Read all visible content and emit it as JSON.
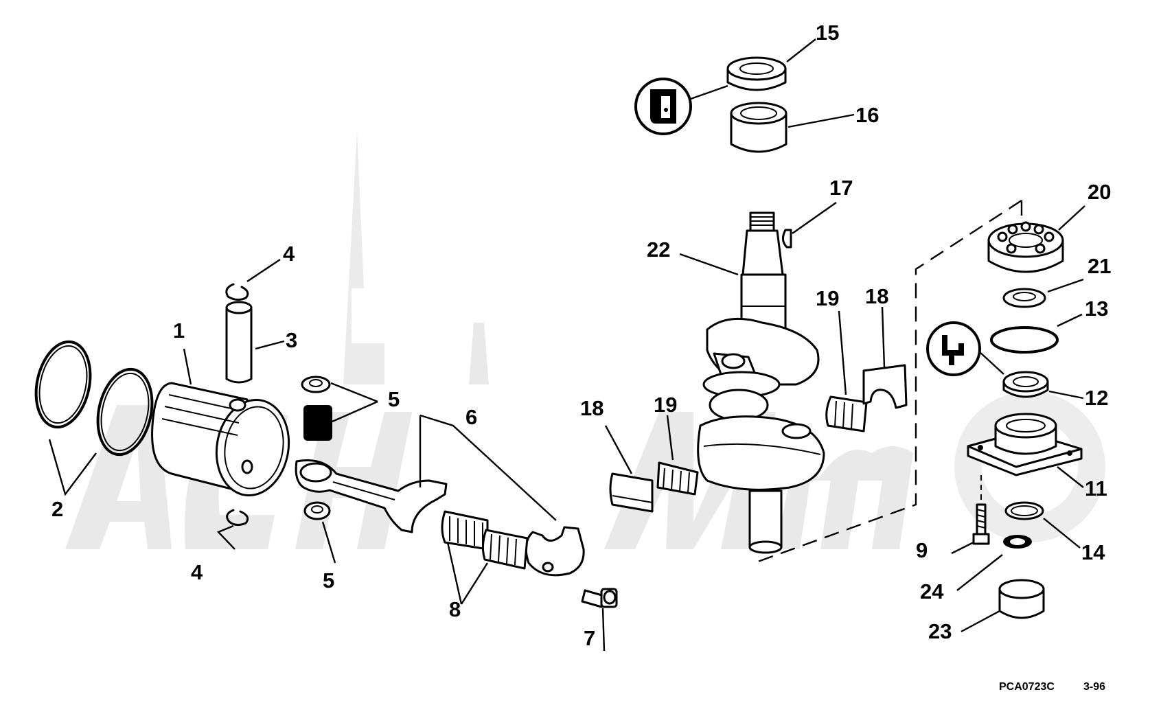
{
  "diagram": {
    "callouts": {
      "c1": "1",
      "c2": "2",
      "c3": "3",
      "c4a": "4",
      "c4b": "4",
      "c5a": "5",
      "c5b": "5",
      "c6": "6",
      "c7": "7",
      "c8": "8",
      "c9": "9",
      "c11": "11",
      "c12": "12",
      "c13": "13",
      "c14": "14",
      "c15": "15",
      "c16": "16",
      "c17": "17",
      "c18a": "18",
      "c18b": "18",
      "c19a": "19",
      "c19b": "19",
      "c20": "20",
      "c21": "21",
      "c22": "22",
      "c23": "23",
      "c24": "24"
    },
    "drawing_code": "PCA0723C",
    "revision": "3-96",
    "colors": {
      "ink": "#000000",
      "paper": "#ffffff",
      "watermark": "#e9e9e9"
    },
    "icons": [
      "sealant-tube-icon",
      "lubricant-gear-icon"
    ]
  }
}
